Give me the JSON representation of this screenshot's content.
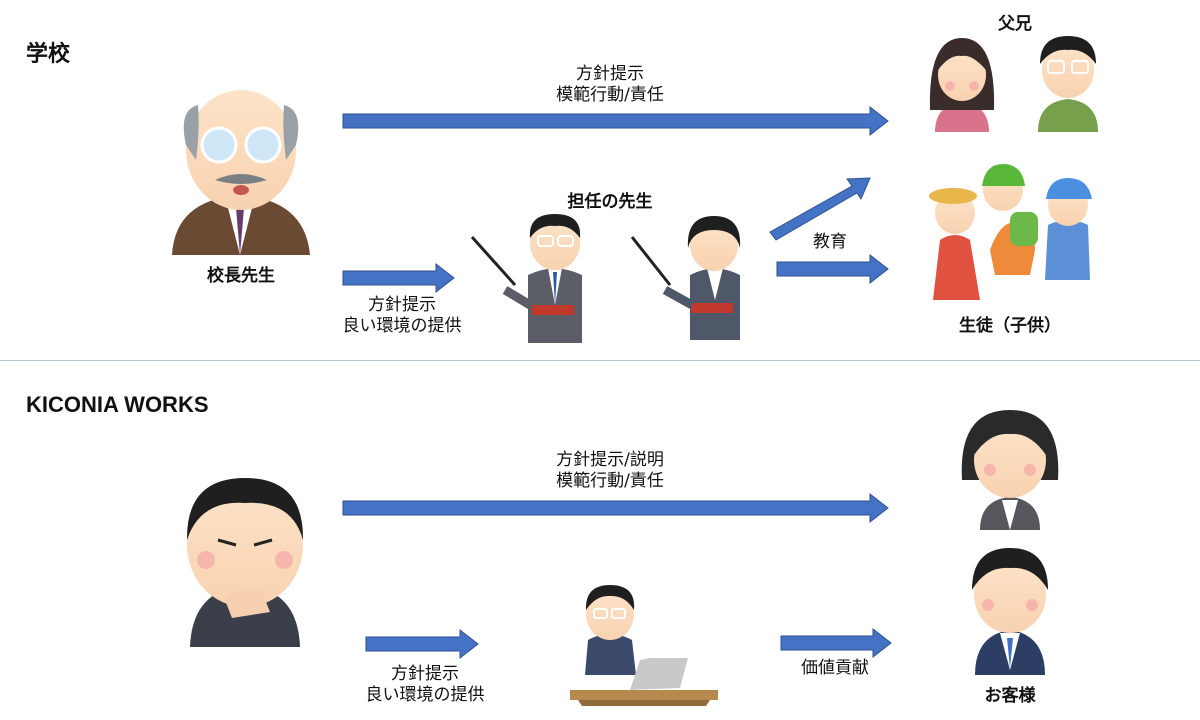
{
  "school": {
    "title": "学校",
    "principal_label": "校長先生",
    "homeroom_label": "担任の先生",
    "parents_label": "父兄",
    "students_label": "生徒（子供）",
    "top_arrow_line1": "方針提示",
    "top_arrow_line2": "模範行動/責任",
    "bottom_arrow_line1": "方針提示",
    "bottom_arrow_line2": "良い環境の提供",
    "education_label": "教育"
  },
  "kiconia": {
    "title": "KICONIA WORKS",
    "top_arrow_line1": "方針提示/説明",
    "top_arrow_line2": "模範行動/責任",
    "bottom_arrow_line1": "方針提示",
    "bottom_arrow_line2": "良い環境の提供",
    "contribution_label": "価値貢献",
    "customers_label": "お客様"
  },
  "colors": {
    "arrow": "#4472c4",
    "arrow_border": "#2f528f",
    "divider": "#b7c6d3"
  }
}
